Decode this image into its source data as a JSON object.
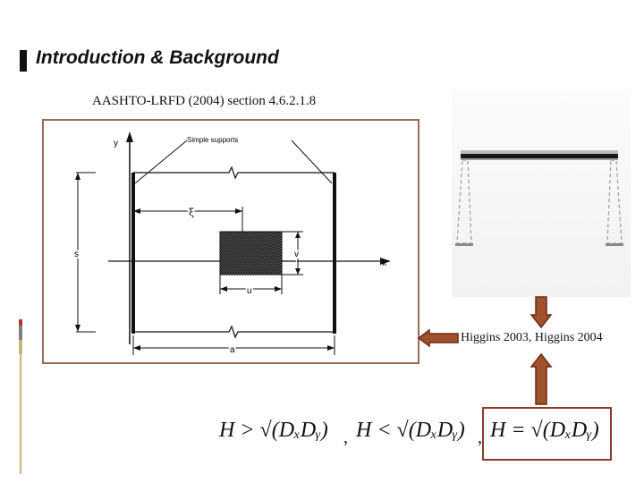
{
  "header": {
    "title": "Introduction & Background",
    "subtitle": "AASHTO-LRFD (2004) section 4.6.2.1.8"
  },
  "diagram": {
    "support_label": "Simple supports",
    "axis_y": "y",
    "axis_x": "x",
    "dim_xi": "ξ",
    "dim_s": "s",
    "dim_v": "v",
    "dim_u": "u",
    "dim_a": "a"
  },
  "caption": "Higgins 2003, Higgins 2004",
  "equations": {
    "eq1": "H > √(DₓDᵧ)",
    "sep1": ",",
    "eq2": "H < √(DₓDᵧ)",
    "sep2": ",",
    "eq3": "H = √(DₓDᵧ)"
  },
  "colors": {
    "arrow_fill": "#a0522d",
    "arrow_stroke": "#6b2a14",
    "frame_border": "#9a6a5a",
    "eq_box_border": "#8b3a2a",
    "stripe_red": "#b03a2e",
    "stripe_gray": "#7f7f7f",
    "stripe_tan": "#c9b37a"
  }
}
